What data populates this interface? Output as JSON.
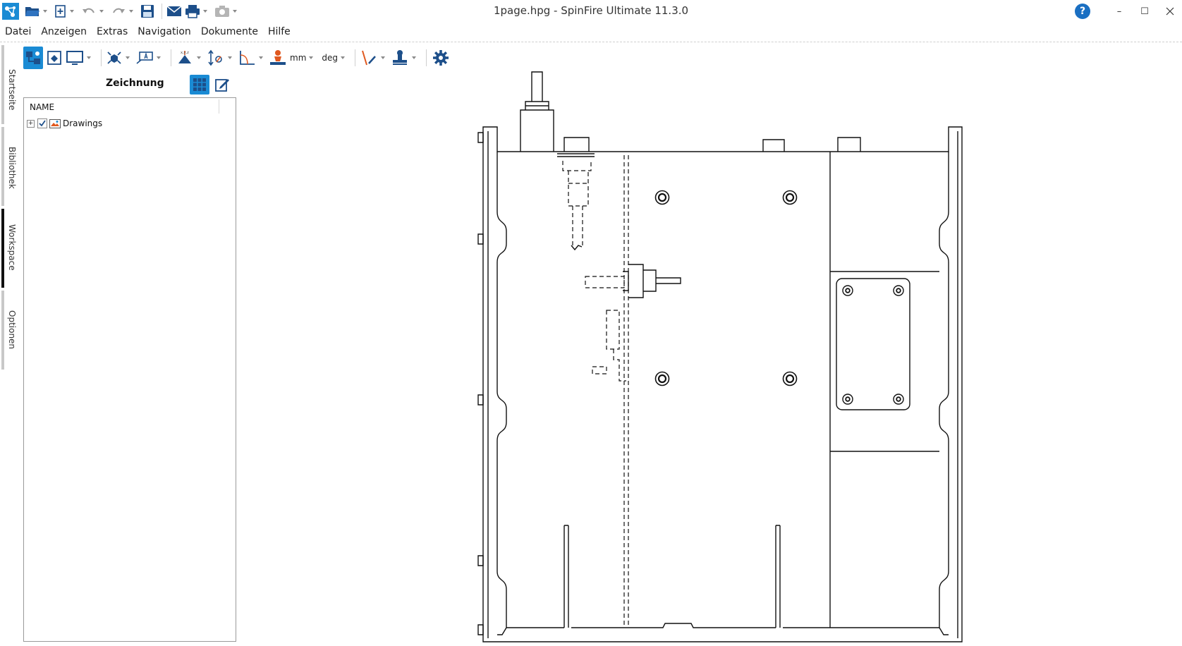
{
  "window": {
    "title": "1page.hpg - SpinFire Ultimate 11.3.0",
    "help_label": "?",
    "minimize_label": "–",
    "maximize_label": "☐"
  },
  "menu": {
    "items": [
      "Datei",
      "Anzeigen",
      "Extras",
      "Navigation",
      "Dokumente",
      "Hilfe"
    ]
  },
  "side_tabs": [
    {
      "label": "Startseite",
      "active": false
    },
    {
      "label": "Bibliothek",
      "active": false
    },
    {
      "label": "Workspace",
      "active": true
    },
    {
      "label": "Optionen",
      "active": false
    }
  ],
  "toolbar": {
    "unit_length": "mm",
    "unit_angle": "deg",
    "accent_color": "#1a8bd4"
  },
  "panel": {
    "title": "Zeichnung",
    "column_header": "NAME",
    "tree": [
      {
        "label": "Drawings",
        "expander": "+",
        "checked": true
      }
    ]
  },
  "colors": {
    "accent": "#1a8bd4",
    "brand_icon": "#1a6fc2",
    "measure_orange": "#e0581f",
    "print_blue": "#1d4f8a"
  }
}
